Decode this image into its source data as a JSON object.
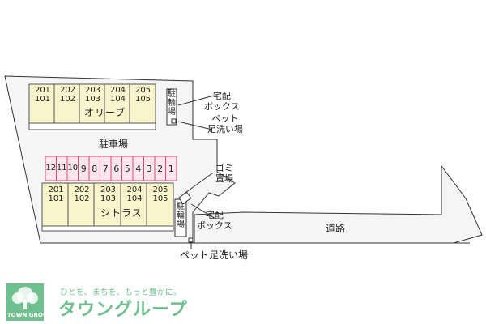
{
  "olive": {
    "name": "オリーブ",
    "rooms": [
      [
        "201",
        "101"
      ],
      [
        "202",
        "102"
      ],
      [
        "203",
        "103"
      ],
      [
        "204",
        "104"
      ],
      [
        "205",
        "105"
      ]
    ]
  },
  "citrus": {
    "name": "シトラス",
    "rooms": [
      [
        "201",
        "101"
      ],
      [
        "202",
        "102"
      ],
      [
        "203",
        "103"
      ],
      [
        "204",
        "104"
      ],
      [
        "205",
        "105"
      ]
    ]
  },
  "parking": {
    "label": "駐車場",
    "spaces": [
      "12",
      "11",
      "10",
      "9",
      "8",
      "7",
      "6",
      "5",
      "4",
      "3",
      "2",
      "1"
    ]
  },
  "labels": {
    "bike_top": "駐輪場",
    "bike_bottom": "駐輪場",
    "delivery_top": "宅配\nボックス",
    "pet_top": "ペット\n足洗い場",
    "garbage": "ゴミ\n置場",
    "delivery_bottom": "宅配\nボックス",
    "road": "道路",
    "pet_bottom": "ペット足洗い場"
  },
  "brand": {
    "tagline": "ひとを、まちを、もっと豊かに。",
    "name": "タウングループ",
    "badge": "TOWN GROUP"
  },
  "colors": {
    "building": "#f8f4cc",
    "parking_fill": "#fbe6ee",
    "parking_stroke": "#d94a78",
    "site": "#f5f5f5",
    "brand_green": "#6fbf8f"
  }
}
